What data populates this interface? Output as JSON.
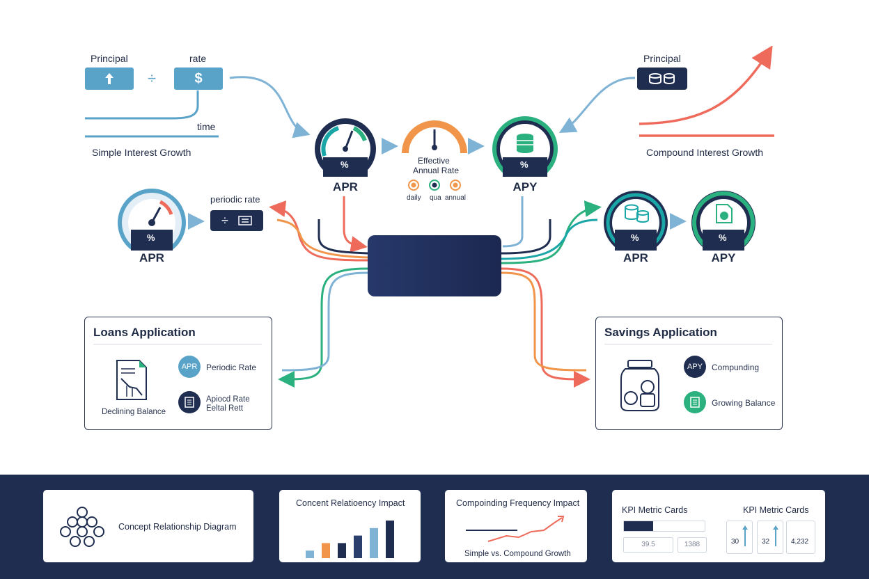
{
  "top_left": {
    "principal_label": "Principal",
    "rate_label": "rate",
    "time_label": "time",
    "caption": "Simple Interest Growth",
    "divide_symbol": "÷",
    "dollar_symbol": "$"
  },
  "top_right": {
    "principal_label": "Principal",
    "caption": "Compound Interest Growth"
  },
  "center": {
    "apr_label": "APR",
    "apy_label": "APY",
    "effective_title_1": "Effective",
    "effective_title_2": "Annual Rate",
    "freq_daily": "daily",
    "freq_quarterly": "qua",
    "freq_annual": "annual",
    "percent": "%"
  },
  "left_mid": {
    "apr_label": "APR",
    "periodic_rate_label": "periodic rate"
  },
  "right_mid": {
    "apr_label": "APR",
    "apy_label": "APY"
  },
  "loans": {
    "title": "Loans Application",
    "declining_balance": "Declining Balance",
    "badge_apr": "APR",
    "periodic_rate": "Periodic Rate",
    "applied_rate_1": "Apiocd Rate",
    "applied_rate_2": "Eeltal Rett"
  },
  "savings": {
    "title": "Savings Application",
    "badge_apy": "APY",
    "compounding": "Compunding",
    "growing_balance": "Growing Balance"
  },
  "footer": {
    "card1": {
      "label": "Concept Relationship Diagram"
    },
    "card2": {
      "title": "Concent Relatioency Impact"
    },
    "card3": {
      "title": "Compoinding Frequency Impact",
      "caption": "Simple vs. Compound Growth"
    },
    "card4": {
      "title_left": "KPI Metric Cards",
      "title_right": "KPI Metric Cards",
      "value_a": "39.5",
      "value_b": "1388",
      "value_c": "30",
      "value_d": "32",
      "value_e": "4,232"
    }
  },
  "colors": {
    "navy": "#1f2d50",
    "teal": "#1aa6a6",
    "green": "#2bb07f",
    "orange": "#f0954a",
    "red": "#ee6b5b",
    "lightblue": "#7fb3d5",
    "blue": "#5aa3c8"
  },
  "chart_data": {
    "type": "bar",
    "categories": [
      "",
      "",
      "",
      "",
      "",
      ""
    ],
    "values": [
      1,
      2,
      2,
      3,
      4,
      5
    ],
    "title": "Concent Relatioency Impact",
    "xlabel": "",
    "ylabel": ""
  }
}
